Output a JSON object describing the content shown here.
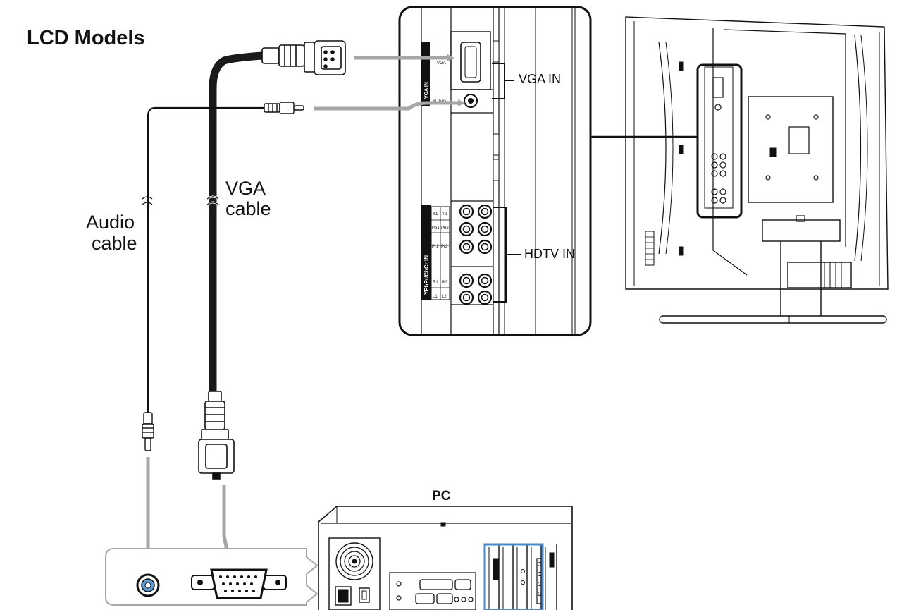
{
  "title": "LCD Models",
  "labels": {
    "vga_in": "VGA IN",
    "hdtv_in": "HDTV IN",
    "vga_cable": [
      "VGA",
      "cable"
    ],
    "audio_cable": [
      "Audio",
      "cable"
    ],
    "pc": "PC"
  },
  "panel_text": {
    "vga_in_vertical": "VGA IN",
    "vga_port": "VGA",
    "audio_port": "AUDIO",
    "component_vertical": "YPbPr/CbCr IN",
    "row_y": [
      "Y1",
      "Y2"
    ],
    "row_pb": [
      "Pb1",
      "Pb2"
    ],
    "row_pr": [
      "Pr1",
      "Pr2"
    ],
    "row_r": [
      "R1",
      "R2"
    ],
    "row_l": [
      "L1",
      "L2"
    ]
  },
  "colors": {
    "line": "#111111",
    "arrow": "#a6a6a6",
    "vga_cable": "#1a1a1a",
    "highlight": "#4a88c8"
  }
}
